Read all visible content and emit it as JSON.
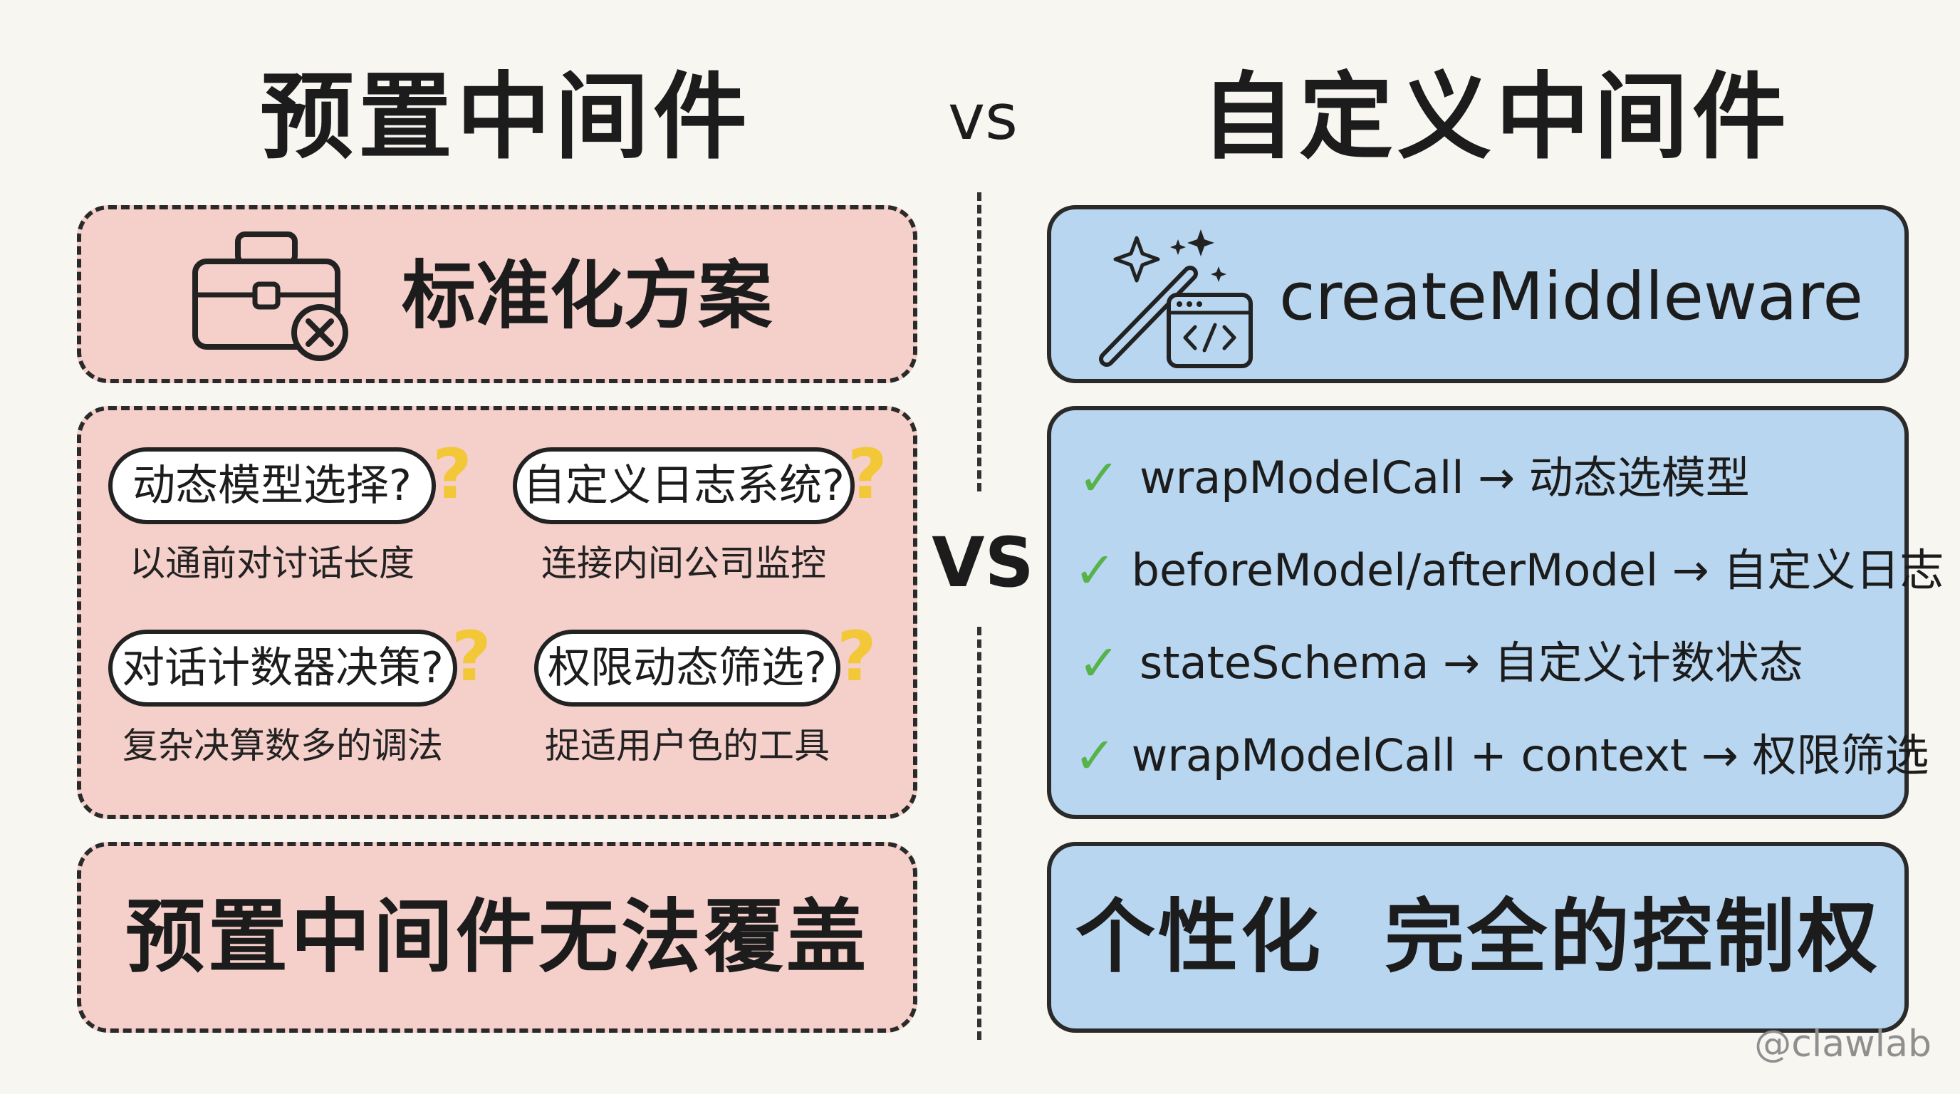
{
  "headings": {
    "left": "预置中间件",
    "vs": "vs",
    "right": "自定义中间件"
  },
  "divider_vs": "VS",
  "left": {
    "header": {
      "label": "标准化方案",
      "icon": "toolbox-x-icon"
    },
    "cards": [
      {
        "question": "动态模型选择?",
        "caption": "以通前对讨话长度"
      },
      {
        "question": "自定义日志系统?",
        "caption": "连接内间公司监控"
      },
      {
        "question": "对话计数器决策?",
        "caption": "复杂决算数多的调法"
      },
      {
        "question": "权限动态筛选?",
        "caption": "捉适用户色的工具"
      }
    ],
    "question_mark": "?",
    "footer": "预置中间件无法覆盖"
  },
  "right": {
    "header": {
      "label": "createMiddleware",
      "icon": "magic-wand-code-icon"
    },
    "features": [
      "wrapModelCall → 动态选模型",
      "beforeModel/afterModel → 自定义日志",
      "stateSchema → 自定义计数状态",
      "wrapModelCall + context → 权限筛选"
    ],
    "check_glyph": "✓",
    "footer": "个性化  完全的控制权"
  },
  "watermark": "@clawlab",
  "colors": {
    "left_panel": "#f5cfca",
    "right_panel": "#b8d6ef",
    "check": "#55b34a",
    "question_mark": "#f2c738",
    "background": "#f8f6f1"
  }
}
